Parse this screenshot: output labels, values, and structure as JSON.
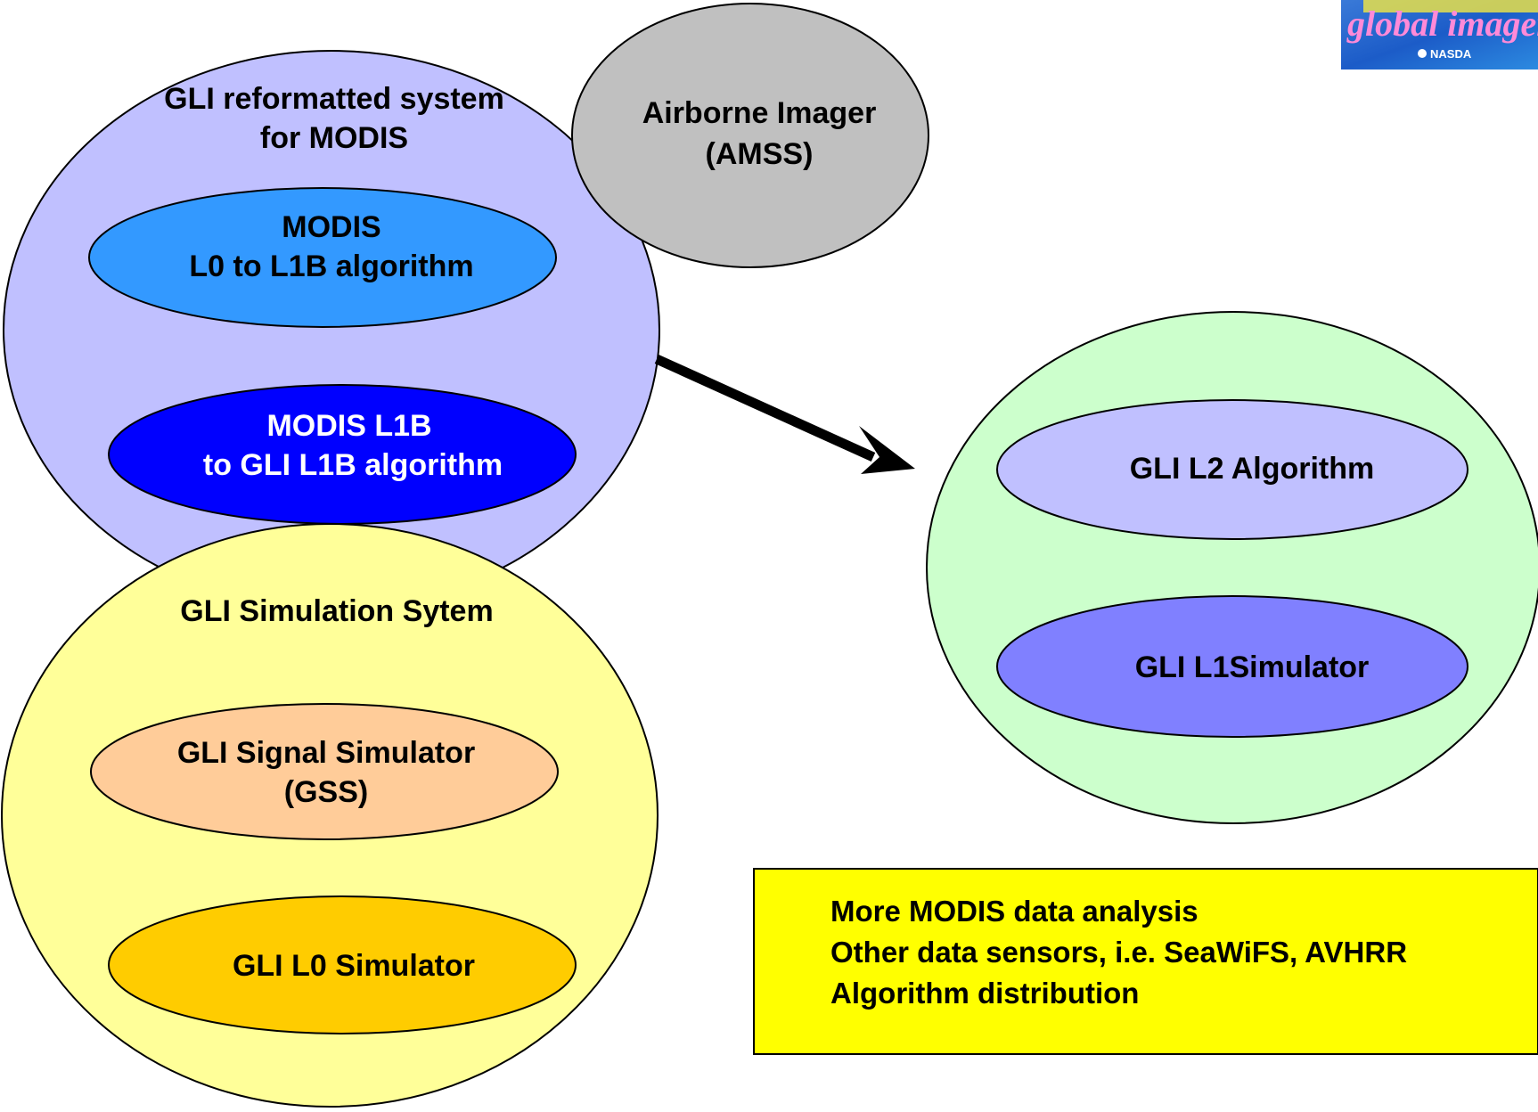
{
  "colors": {
    "modis_system_fill": "#C0C0FF",
    "airborne_fill": "#C0C0C0",
    "modis_l0_fill": "#3399FF",
    "modis_l1b_fill": "#0000FF",
    "simulation_fill": "#FFFF99",
    "gss_fill": "#FFCC99",
    "l0sim_fill": "#FFCC00",
    "right_system_fill": "#CCFFCC",
    "l2_fill": "#C0C0FF",
    "l1sim_fill": "#8080FF",
    "note_fill": "#FFFF00",
    "stroke": "#000000"
  },
  "modis_system": {
    "title_line1": "GLI reformatted system",
    "title_line2": "for MODIS"
  },
  "airborne": {
    "line1": "Airborne Imager",
    "line2": "(AMSS)"
  },
  "modis_l0": {
    "line1": "MODIS",
    "line2": "L0 to L1B algorithm"
  },
  "modis_l1b": {
    "line1": "MODIS L1B",
    "line2": "to GLI L1B algorithm"
  },
  "simulation_system": {
    "title": "GLI Simulation Sytem"
  },
  "gss": {
    "line1": "GLI Signal Simulator",
    "line2": "(GSS)"
  },
  "l0_simulator": {
    "label": "GLI L0 Simulator"
  },
  "l2_algorithm": {
    "label": "GLI L2 Algorithm"
  },
  "l1_simulator": {
    "label": "GLI L1Simulator"
  },
  "note_box": {
    "line1": "More MODIS data analysis",
    "line2": "Other data sensors, i.e. SeaWiFS, AVHRR",
    "line3": "Algorithm distribution"
  },
  "logo": {
    "text": "global imager",
    "agency": "NASDA"
  }
}
